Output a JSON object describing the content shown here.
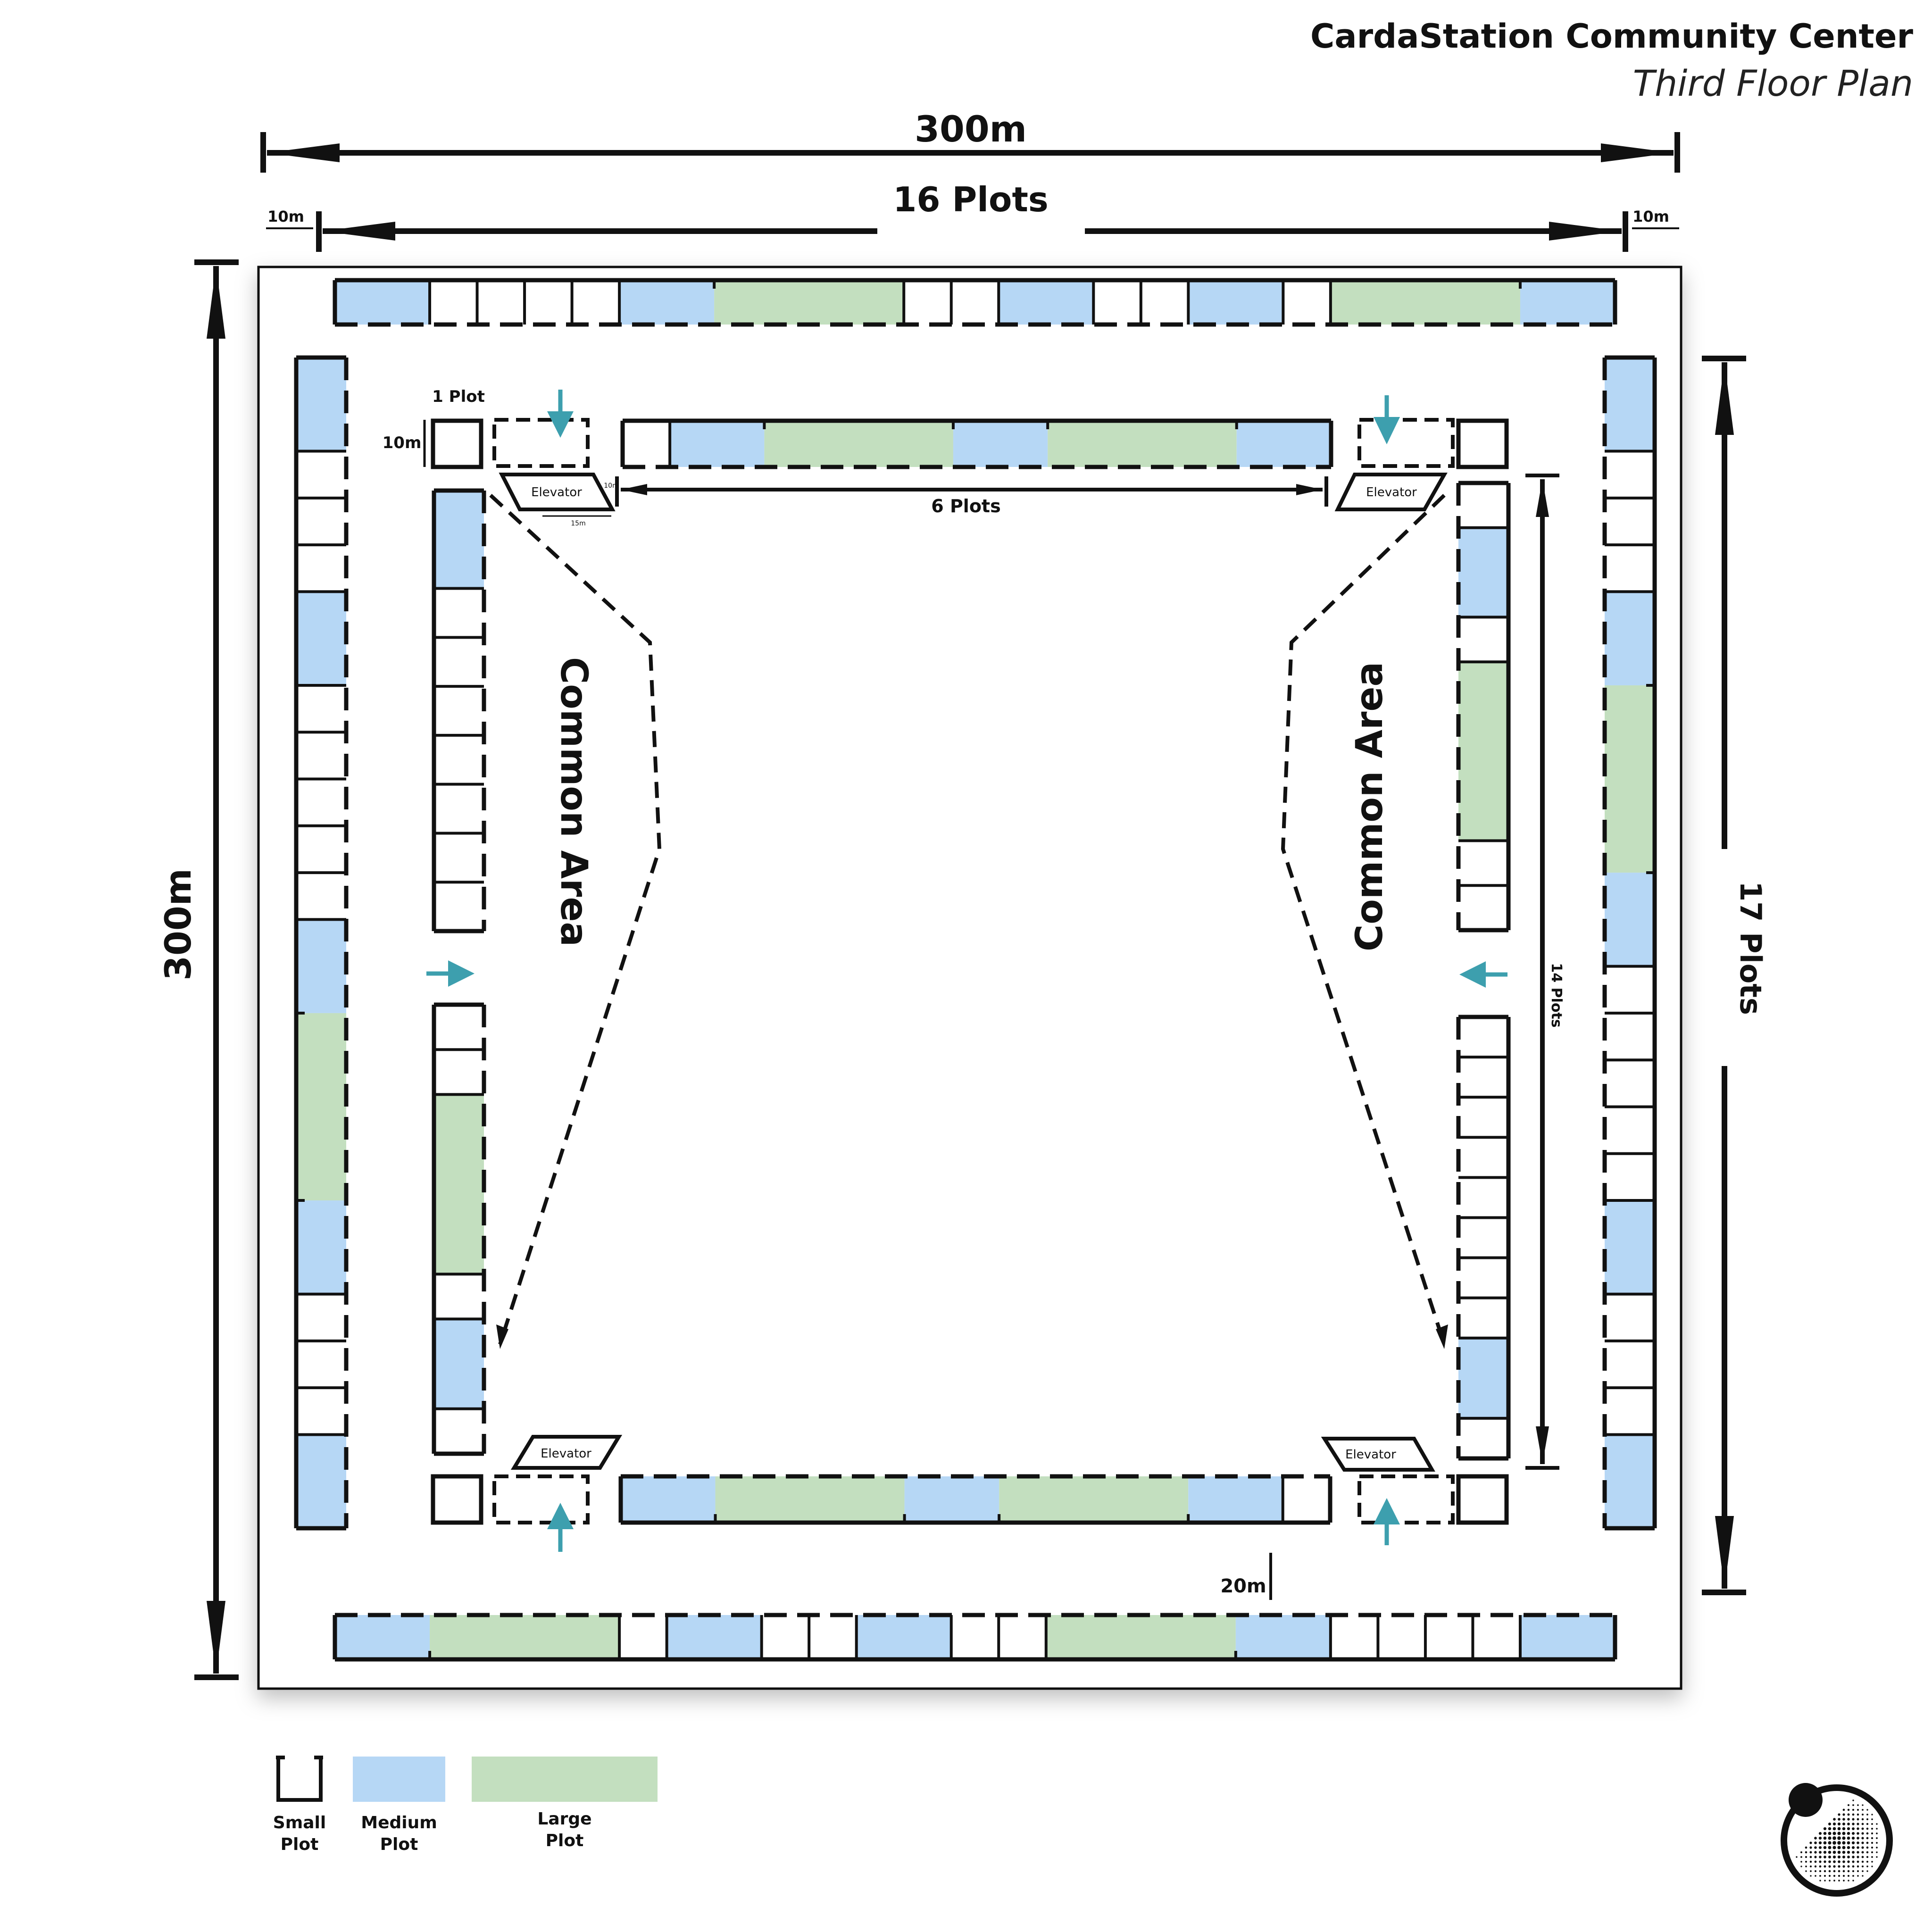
{
  "title": "CardaStation Community Center",
  "subtitle": "Third Floor Plan",
  "dimensions": {
    "overall_width": "300m",
    "overall_height": "300m",
    "top_plot_count": "16 Plots",
    "right_plot_count": "17 Plots",
    "margin_left": "10m",
    "margin_right": "10m",
    "inner_top_count": "6 Plots",
    "inner_right_count": "14 Plots",
    "single_plot_label": "1 Plot",
    "single_plot_size": "10m",
    "corridor_width": "20m",
    "elevator_depth": "10m",
    "elevator_width": "15m"
  },
  "labels": {
    "common_area_left": "Common Area",
    "common_area_right": "Common Area",
    "elevator": "Elevator"
  },
  "legend": [
    {
      "key": "small",
      "line1": "Small",
      "line2": "Plot"
    },
    {
      "key": "medium",
      "line1": "Medium",
      "line2": "Plot"
    },
    {
      "key": "large",
      "line1": "Large",
      "line2": "Plot"
    }
  ],
  "colors": {
    "medium_plot": "#b6d7f5",
    "large_plot": "#c3dfbf",
    "arrow": "#3d9fae",
    "outline": "#111111"
  },
  "rows": {
    "outer_top": [
      "M",
      "S",
      "S",
      "S",
      "S",
      "M",
      "L",
      "S",
      "S",
      "M",
      "S",
      "S",
      "M",
      "S",
      "L",
      "M"
    ],
    "outer_bottom": [
      "M",
      "L",
      "S",
      "M",
      "S",
      "S",
      "M",
      "S",
      "S",
      "L",
      "M",
      "S",
      "S",
      "S",
      "S",
      "M"
    ],
    "outer_left": [
      "M",
      "S",
      "S",
      "S",
      "M",
      "S",
      "S",
      "S",
      "S",
      "S",
      "M",
      "L",
      "M",
      "S",
      "S",
      "S",
      "M"
    ],
    "outer_right": [
      "M",
      "S",
      "S",
      "S",
      "M",
      "L",
      "M",
      "S",
      "S",
      "S",
      "S",
      "S",
      "M",
      "S",
      "S",
      "S",
      "M"
    ],
    "inner_top": [
      "S",
      "M",
      "L",
      "M",
      "L",
      "M"
    ],
    "inner_bottom": [
      "M",
      "L",
      "M",
      "L",
      "M",
      "S"
    ],
    "inner_left_upper": [
      "M",
      "S",
      "S",
      "S",
      "S",
      "S",
      "S",
      "S"
    ],
    "inner_left_lower": [
      "S",
      "S",
      "L",
      "S",
      "M",
      "S"
    ],
    "inner_right_upper": [
      "S",
      "M",
      "S",
      "L",
      "S",
      "S"
    ],
    "inner_right_lower": [
      "S",
      "S",
      "S",
      "S",
      "S",
      "S",
      "S",
      "S",
      "M",
      "S"
    ]
  }
}
